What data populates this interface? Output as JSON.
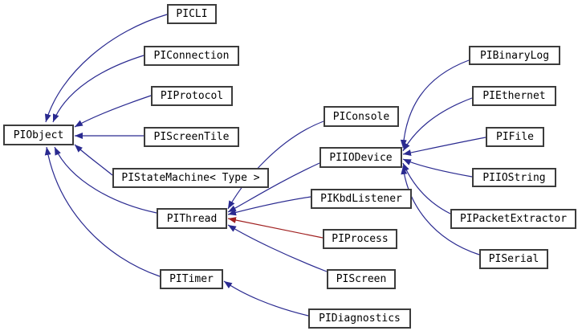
{
  "diagram": {
    "type": "class-inheritance-graph",
    "root": "PIObject",
    "colors": {
      "edge_public": "#2a2a90",
      "edge_private": "#a02020",
      "node_border": "#3c3c3c",
      "node_background": "#ffffff",
      "node_text": "#000000",
      "page_background": "#ffffff"
    },
    "nodes": [
      {
        "id": "piobject",
        "label": "PIObject"
      },
      {
        "id": "picli",
        "label": "PICLI"
      },
      {
        "id": "piconnection",
        "label": "PIConnection"
      },
      {
        "id": "piprotocol",
        "label": "PIProtocol"
      },
      {
        "id": "piscreentile",
        "label": "PIScreenTile"
      },
      {
        "id": "pistatemachine",
        "label": "PIStateMachine< Type >"
      },
      {
        "id": "pithread",
        "label": "PIThread"
      },
      {
        "id": "pitimer",
        "label": "PITimer"
      },
      {
        "id": "piconsole",
        "label": "PIConsole"
      },
      {
        "id": "piiodevice",
        "label": "PIIODevice"
      },
      {
        "id": "pikbdlistener",
        "label": "PIKbdListener"
      },
      {
        "id": "piprocess",
        "label": "PIProcess"
      },
      {
        "id": "piscreen",
        "label": "PIScreen"
      },
      {
        "id": "pidiagnostics",
        "label": "PIDiagnostics"
      },
      {
        "id": "pibinarylog",
        "label": "PIBinaryLog"
      },
      {
        "id": "piethernet",
        "label": "PIEthernet"
      },
      {
        "id": "pifile",
        "label": "PIFile"
      },
      {
        "id": "piiostring",
        "label": "PIIOString"
      },
      {
        "id": "pipacketextractor",
        "label": "PIPacketExtractor"
      },
      {
        "id": "piserial",
        "label": "PISerial"
      }
    ],
    "edges": [
      {
        "from": "picli",
        "to": "piobject",
        "relation": "public"
      },
      {
        "from": "piconnection",
        "to": "piobject",
        "relation": "public"
      },
      {
        "from": "piprotocol",
        "to": "piobject",
        "relation": "public"
      },
      {
        "from": "piscreentile",
        "to": "piobject",
        "relation": "public"
      },
      {
        "from": "pistatemachine",
        "to": "piobject",
        "relation": "public"
      },
      {
        "from": "pithread",
        "to": "piobject",
        "relation": "public"
      },
      {
        "from": "pitimer",
        "to": "piobject",
        "relation": "public"
      },
      {
        "from": "piconsole",
        "to": "pithread",
        "relation": "public"
      },
      {
        "from": "piiodevice",
        "to": "pithread",
        "relation": "public"
      },
      {
        "from": "pikbdlistener",
        "to": "pithread",
        "relation": "public"
      },
      {
        "from": "piprocess",
        "to": "pithread",
        "relation": "private"
      },
      {
        "from": "piscreen",
        "to": "pithread",
        "relation": "public"
      },
      {
        "from": "pibinarylog",
        "to": "piiodevice",
        "relation": "public"
      },
      {
        "from": "piethernet",
        "to": "piiodevice",
        "relation": "public"
      },
      {
        "from": "pifile",
        "to": "piiodevice",
        "relation": "public"
      },
      {
        "from": "piiostring",
        "to": "piiodevice",
        "relation": "public"
      },
      {
        "from": "pipacketextractor",
        "to": "piiodevice",
        "relation": "public"
      },
      {
        "from": "piserial",
        "to": "piiodevice",
        "relation": "public"
      },
      {
        "from": "pidiagnostics",
        "to": "pitimer",
        "relation": "public"
      }
    ]
  }
}
